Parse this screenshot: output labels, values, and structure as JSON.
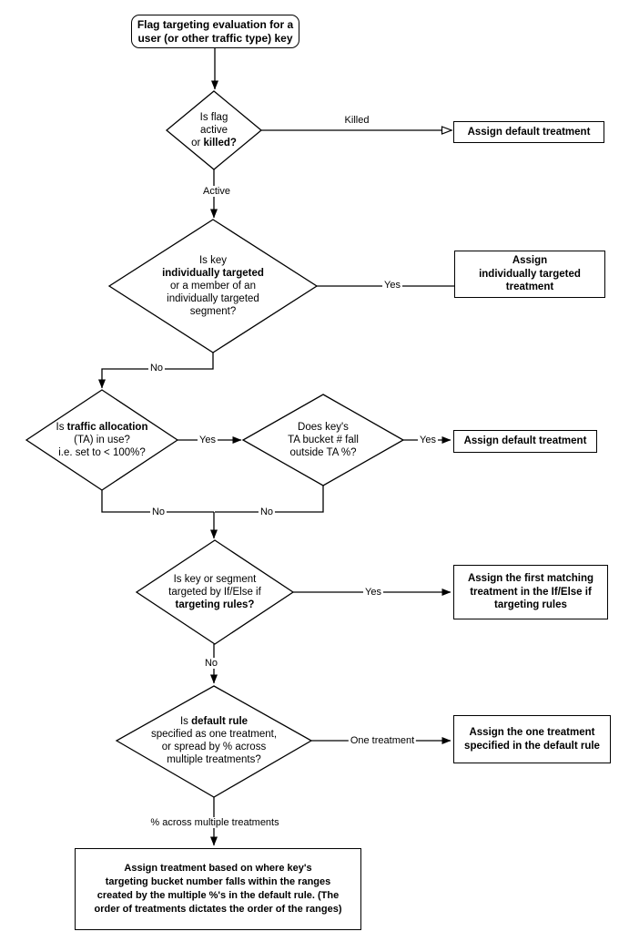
{
  "colors": {
    "background": "#ffffff",
    "line": "#000000",
    "node_fill": "#ffffff",
    "node_stroke": "#000000",
    "text": "#000000"
  },
  "nodes": {
    "start": {
      "l1": "Flag targeting evaluation for a",
      "l2": "user (or other traffic type) key"
    },
    "d_flag": {
      "l1": "Is flag",
      "l2": "active",
      "l3a": "or ",
      "l3b": "killed?"
    },
    "d_indiv": {
      "l1": "Is key",
      "l2": "individually targeted",
      "l3": "or a member of an",
      "l4": "individually targeted",
      "l5": "segment?"
    },
    "d_ta": {
      "l1a": "Is ",
      "l1b": "traffic allocation",
      "l2": "(TA) in use?",
      "l3": "i.e. set to < 100%?"
    },
    "d_bucket": {
      "l1": "Does key's",
      "l2": "TA bucket # fall",
      "l3": "outside TA %?"
    },
    "d_rules": {
      "l1": "Is key or segment",
      "l2": "targeted by If/Else if",
      "l3": "targeting rules?"
    },
    "d_default": {
      "l1a": "Is ",
      "l1b": "default rule",
      "l2": "specified as one treatment,",
      "l3": "or spread by % across",
      "l4": "multiple treatments?"
    },
    "box_default_killed": {
      "text": "Assign default treatment"
    },
    "box_indiv": {
      "l1": "Assign",
      "l2": "individually targeted",
      "l3": "treatment"
    },
    "box_default_ta": {
      "text": "Assign default treatment"
    },
    "box_first_matching": {
      "l1": "Assign the first matching",
      "l2": "treatment in the If/Else if",
      "l3": "targeting rules"
    },
    "box_one_treatment": {
      "l1": "Assign the one treatment",
      "l2": "specified in the default rule"
    },
    "box_ranges": {
      "l1": "Assign treatment based on where key's",
      "l2": "targeting bucket number falls within the ranges",
      "l3": "created by the multiple %'s in the default rule. (The",
      "l4": "order of treatments dictates the order of the ranges)"
    }
  },
  "edge_labels": {
    "killed": "Killed",
    "active": "Active",
    "yes_indiv": "Yes",
    "no_indiv": "No",
    "yes_ta": "Yes",
    "yes_bucket": "Yes",
    "no_ta": "No",
    "no_bucket": "No",
    "yes_rules": "Yes",
    "no_rules": "No",
    "one_treatment": "One treatment",
    "pct_across": "% across multiple treatments"
  }
}
